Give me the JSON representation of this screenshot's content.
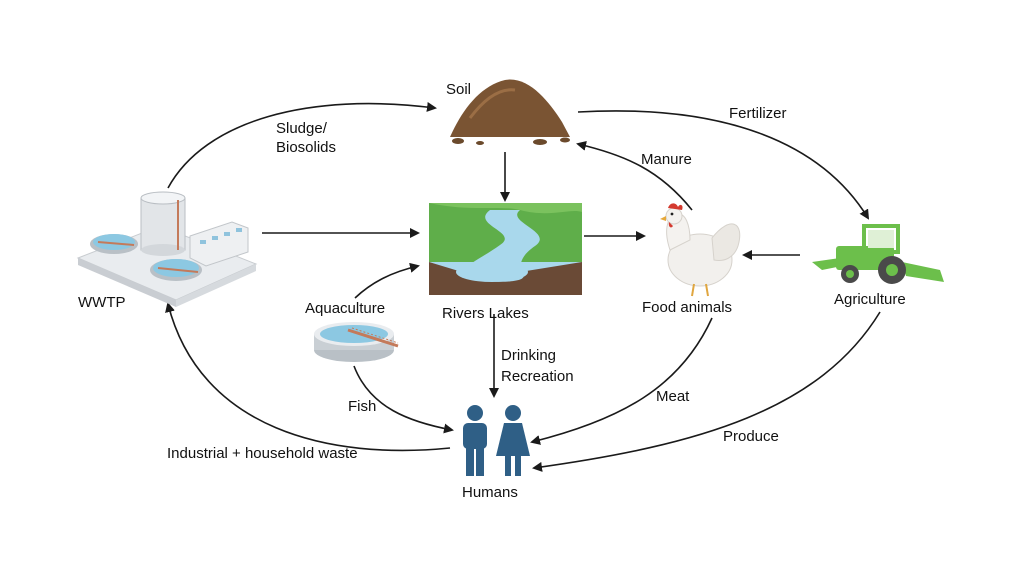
{
  "nodes": {
    "soil": "Soil",
    "wwtp": "WWTP",
    "rivers_lakes": "Rivers Lakes",
    "aquaculture": "Aquaculture",
    "food_animals": "Food animals",
    "agriculture": "Agriculture",
    "humans": "Humans"
  },
  "edges": {
    "sludge_line1": "Sludge/",
    "sludge_line2": "Biosolids",
    "fertilizer": "Fertilizer",
    "manure": "Manure",
    "drinking": "Drinking",
    "recreation": "Recreation",
    "fish": "Fish",
    "meat": "Meat",
    "produce": "Produce",
    "waste": "Industrial + household waste"
  },
  "colors": {
    "soil": "#7a5433",
    "water": "#a9d8ec",
    "grass": "#5fae4a",
    "tractor": "#6cbf4b",
    "person": "#2f5f86",
    "arrow": "#1a1a1a"
  }
}
